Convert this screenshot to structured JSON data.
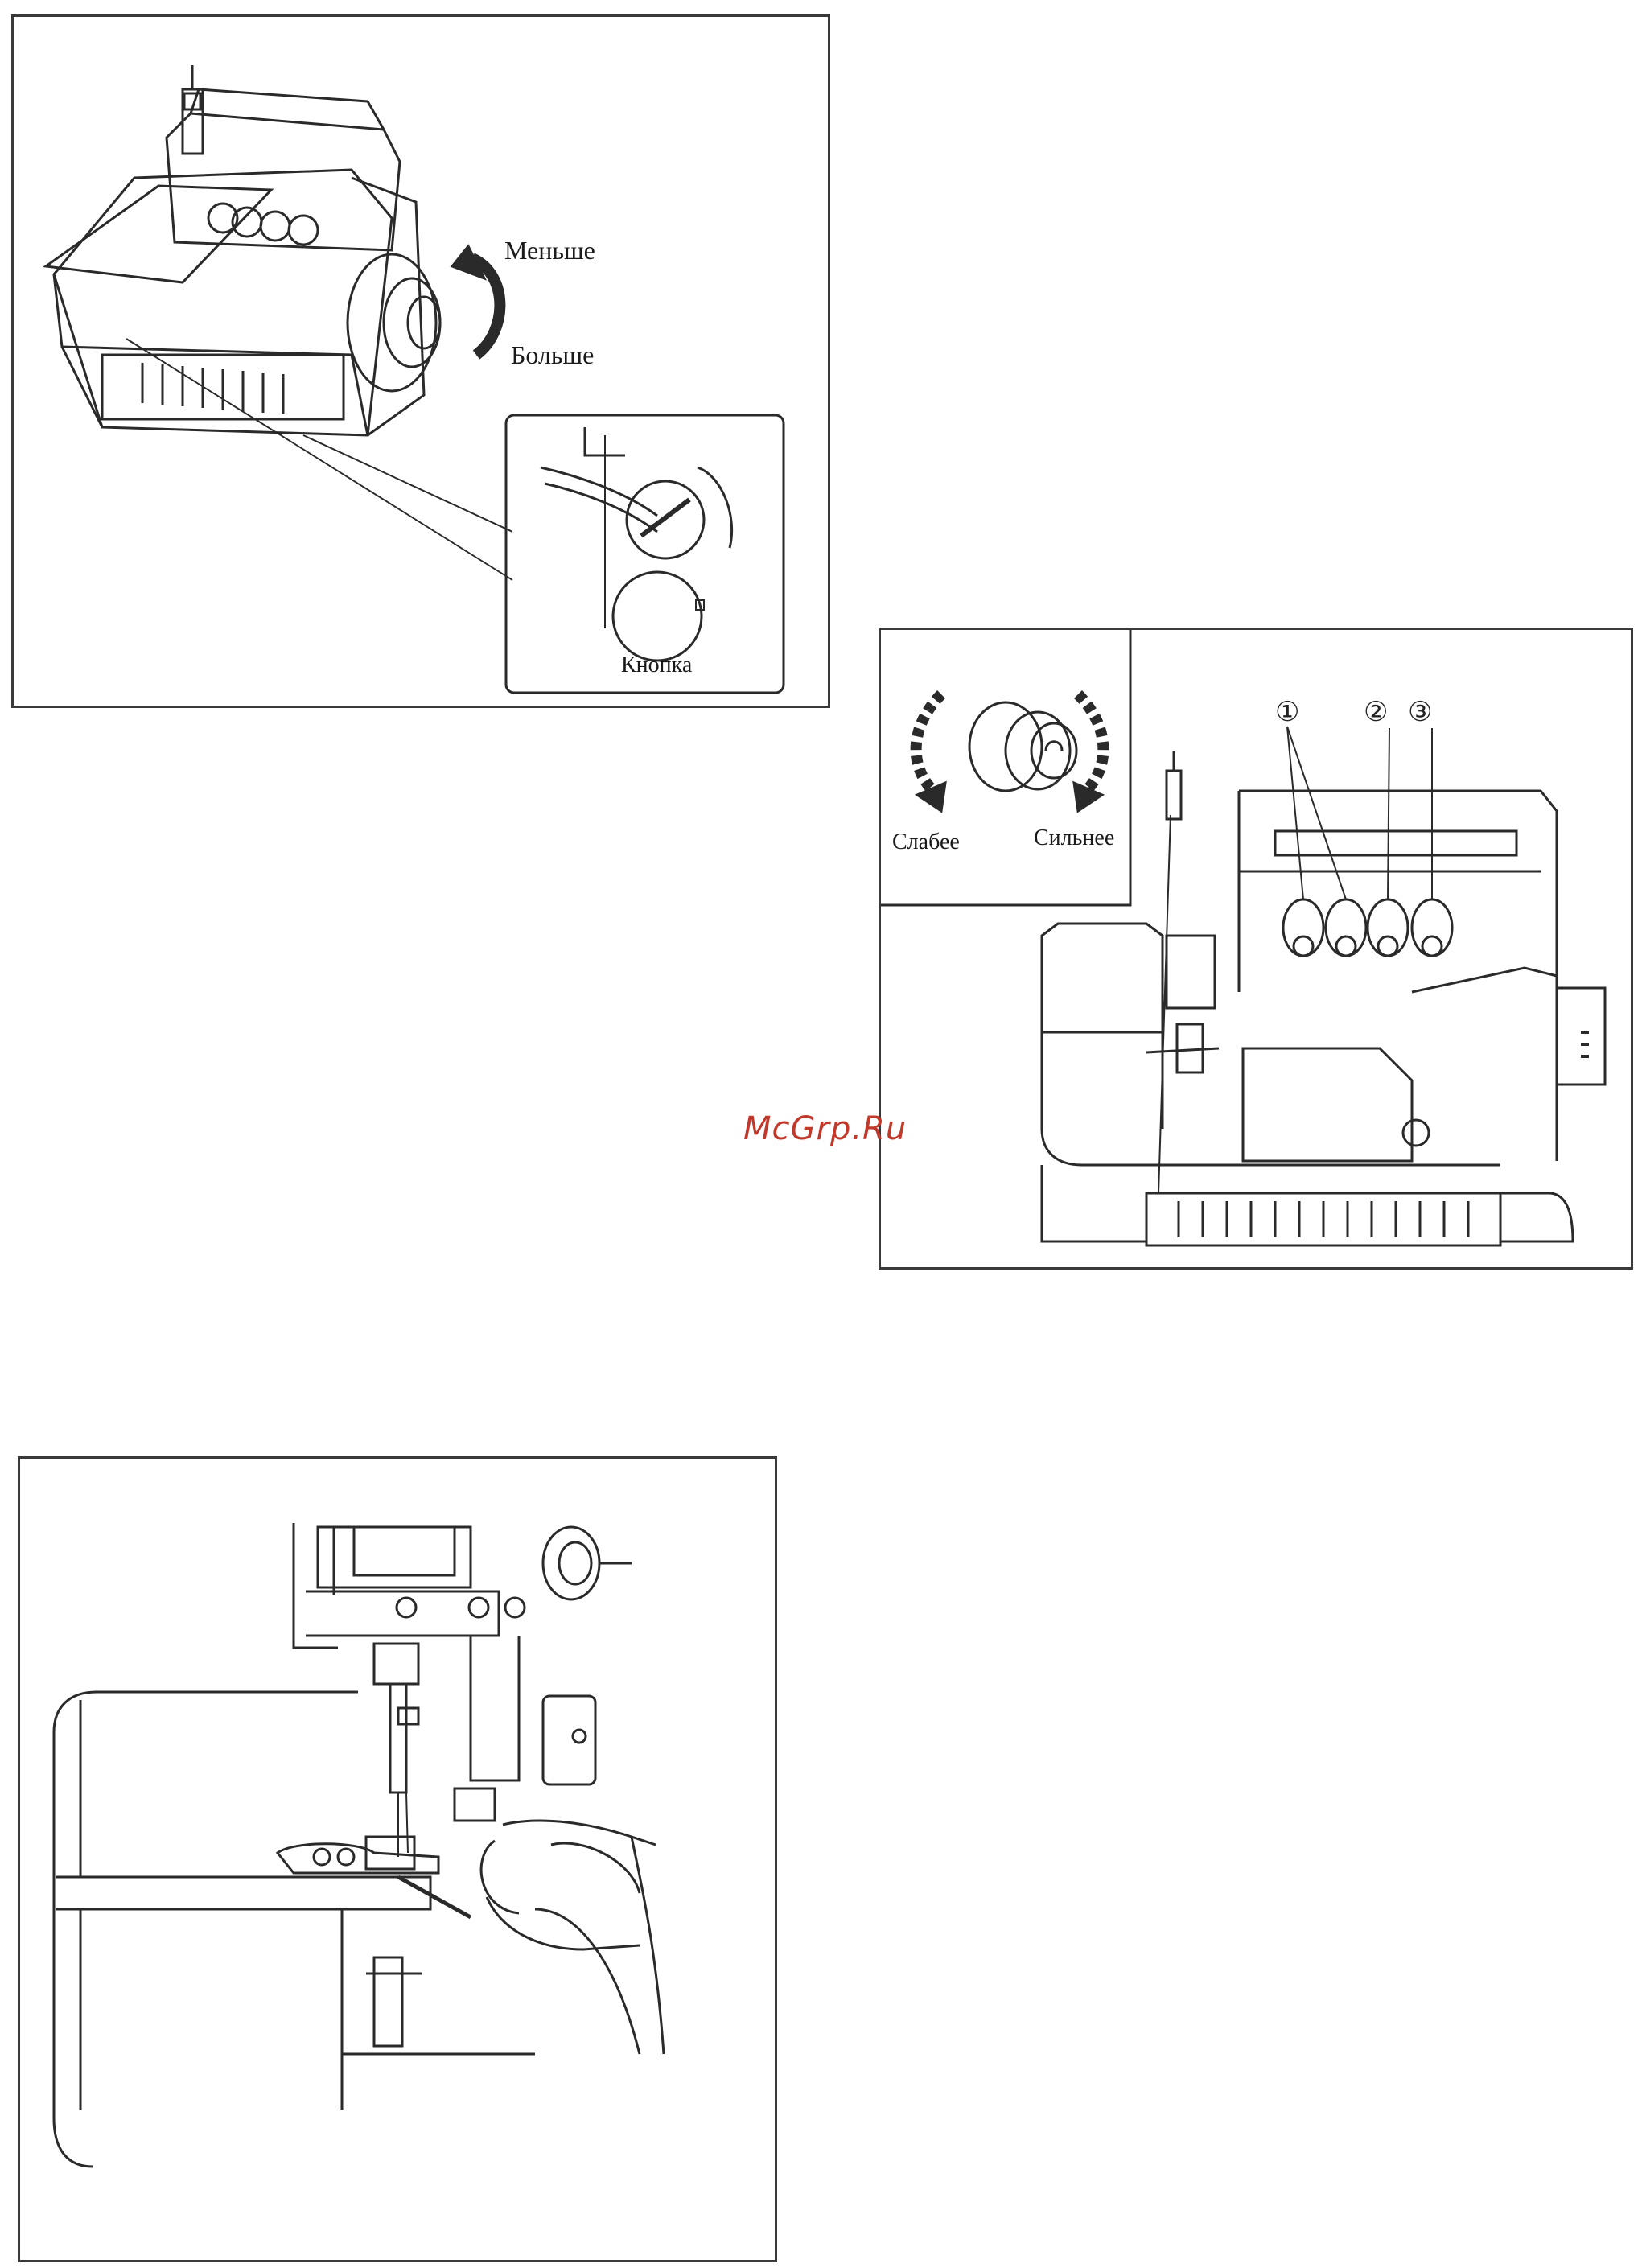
{
  "figure1": {
    "label_less": "Меньше",
    "label_more": "Больше",
    "label_button": "Кнопка"
  },
  "figure2": {
    "label_weaker": "Слабее",
    "label_stronger": "Сильнее",
    "markers": [
      "①",
      "②",
      "③"
    ]
  },
  "watermark": "McGrp.Ru",
  "colors": {
    "frame": "#3a3a3a",
    "line": "#2a2a2a",
    "watermark": "#c0392b"
  }
}
